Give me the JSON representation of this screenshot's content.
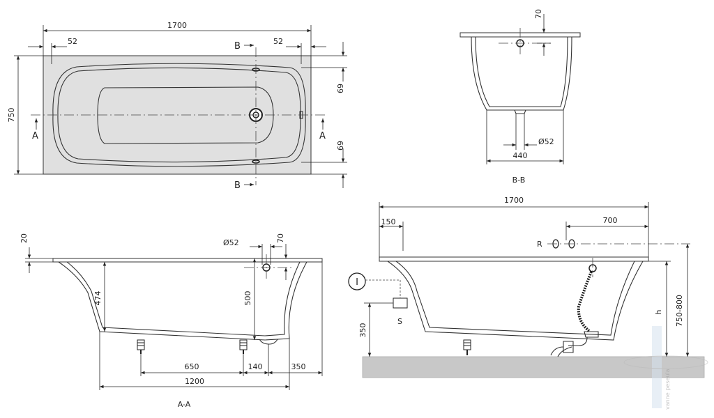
{
  "top_view": {
    "length": "1700",
    "edge_left": "52",
    "edge_right": "52",
    "width": "750",
    "side_left": "69",
    "side_right": "69",
    "section_a": "A",
    "section_b": "B"
  },
  "section_bb": {
    "title": "B-B",
    "rim_offset": "70",
    "bottom_width": "440",
    "drain_diameter": "Ø52"
  },
  "section_aa": {
    "title": "A-A",
    "rim_thickness": "20",
    "inner_depth": "474",
    "total_depth": "500",
    "overflow_diameter": "Ø52",
    "overflow_offset": "70",
    "leg_spacing": "650",
    "leg_to_drain": "140",
    "drain_to_end": "350",
    "bottom_length": "1200"
  },
  "install_view": {
    "length": "1700",
    "edge_left": "150",
    "drain_offset": "700",
    "overflow_label": "R",
    "tap_label": "S",
    "height_label": "h",
    "floor_height": "350",
    "rim_height": "750-800",
    "info_symbol": "I"
  },
  "watermark": {
    "text": "vanne peseula"
  },
  "colors": {
    "top_fill": "#e0e0e0",
    "floor_fill": "#c8c8c8",
    "line": "#222222"
  }
}
